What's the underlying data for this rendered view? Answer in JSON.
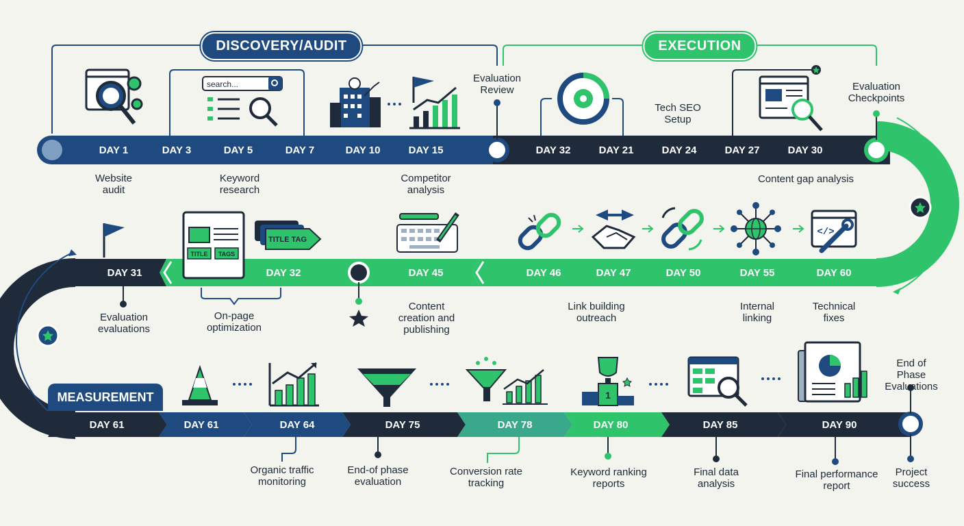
{
  "phases": {
    "discovery": "DISCOVERY/AUDIT",
    "execution": "EXECUTION",
    "measurement": "MEASUREMENT"
  },
  "colors": {
    "navy": "#1e4a80",
    "dark": "#1f2b3a",
    "green": "#2fc36b",
    "teal": "#3aa88a"
  },
  "row1_days": [
    "DAY 1",
    "DAY 3",
    "DAY 5",
    "DAY 7",
    "DAY 10",
    "DAY 15",
    "DAY 32",
    "DAY 21",
    "DAY 24",
    "DAY 27",
    "DAY 30"
  ],
  "row2_days": [
    "DAY 31",
    "DAY 32",
    "DAY 45",
    "DAY 46",
    "DAY 47",
    "DAY 50",
    "DAY 55",
    "DAY 60"
  ],
  "row3_days": [
    "DAY 61",
    "DAY 61",
    "DAY 64",
    "DAY 75",
    "DAY 78",
    "DAY 80",
    "DAY 85",
    "DAY 90"
  ],
  "search_placeholder": "search...",
  "title_tag": "TITLE TAG",
  "tag_title": "TITLE",
  "tag_tags": "TAGS",
  "labels": {
    "website_audit": "Website\naudit",
    "keyword_research": "Keyword\nresearch",
    "competitor_analysis": "Competitor\nanalysis",
    "evaluation_review": "Evaluation\nReview",
    "tech_seo_setup": "Tech SEO\nSetup",
    "evaluation_checkpoints": "Evaluation\nCheckpoints",
    "content_gap_analysis": "Content gap analysis",
    "evaluation_evaluations": "Evaluation\nevaluations",
    "onpage_optimization": "On-page\noptimization",
    "content_creation": "Content\ncreation and\npublishing",
    "link_building": "Link building\noutreach",
    "internal_linking": "Internal\nlinking",
    "technical_fixes": "Technical\nfixes",
    "end_of_phase_evaluations": "End of Phase\nEvaluations",
    "organic_traffic": "Organic traffic\nmonitoring",
    "end_of_phase_evaluation": "End-of phase\nevaluation",
    "conversion_rate": "Conversion rate\ntracking",
    "keyword_ranking": "Keyword ranking\nreports",
    "final_data": "Final data\nanalysis",
    "final_performance": "Final performance\nreport",
    "project_success": "Project\nsuccess"
  }
}
